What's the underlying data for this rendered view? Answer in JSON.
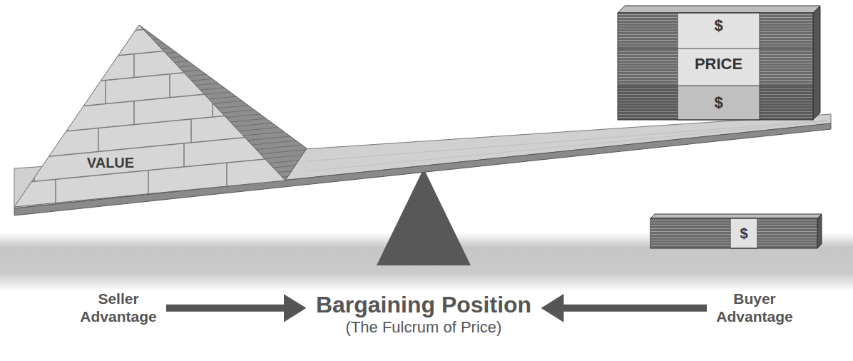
{
  "diagram": {
    "nodes": [
      {
        "text": [
          "VALUE"
        ]
      },
      {
        "text": [
          "$",
          "PRICE",
          "$"
        ]
      },
      {
        "text": [
          "$"
        ]
      },
      {
        "text": [
          "Seller Advantage"
        ]
      },
      {
        "text": [
          "Bargaining Position",
          "(The Fulcrum of Price)"
        ]
      },
      {
        "text": [
          "Buyer Advantage"
        ]
      }
    ],
    "edges": [
      {
        "from": 3,
        "to": 4,
        "arrow": "to"
      },
      {
        "from": 5,
        "to": 4,
        "arrow": "to"
      }
    ]
  }
}
